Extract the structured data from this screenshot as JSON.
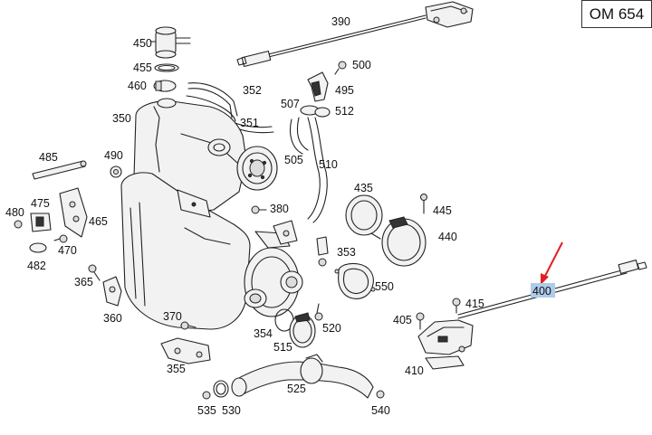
{
  "title": "OM 654",
  "highlight_color": "#aecbea",
  "arrow_color": "#e02020",
  "labels": {
    "l390": "390",
    "l450": "450",
    "l455": "455",
    "l460": "460",
    "l352": "352",
    "l351": "351",
    "l350": "350",
    "l500": "500",
    "l495": "495",
    "l507": "507",
    "l512": "512",
    "l505": "505",
    "l510": "510",
    "l485": "485",
    "l490": "490",
    "l475": "475",
    "l480": "480",
    "l465": "465",
    "l470": "470",
    "l482": "482",
    "l365": "365",
    "l360": "360",
    "l380": "380",
    "l435": "435",
    "l445": "445",
    "l440": "440",
    "l353": "353",
    "l550": "550",
    "l400": "400",
    "l415": "415",
    "l405": "405",
    "l370": "370",
    "l354": "354",
    "l520": "520",
    "l515": "515",
    "l355": "355",
    "l410": "410",
    "l525": "525",
    "l535": "535",
    "l530": "530",
    "l540": "540"
  }
}
